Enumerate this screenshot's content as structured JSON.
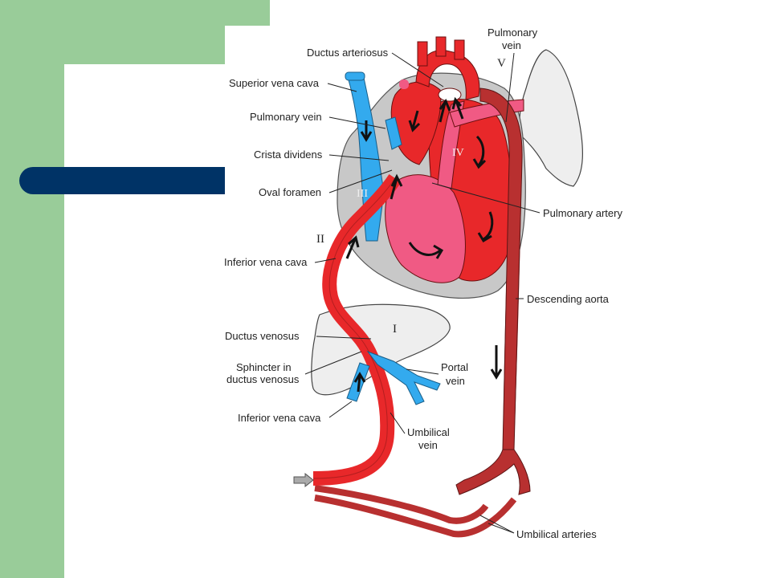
{
  "slide": {
    "colors": {
      "green": "#99cc99",
      "navy": "#003366",
      "white": "#ffffff"
    }
  },
  "diagram": {
    "labels": {
      "ductus_arteriosus": "Ductus arteriosus",
      "pulmonary_vein_top_1": "Pulmonary",
      "pulmonary_vein_top_2": "vein",
      "superior_vena_cava": "Superior vena cava",
      "pulmonary_vein_left": "Pulmonary vein",
      "crista_dividens": "Crista dividens",
      "oval_foramen": "Oval foramen",
      "pulmonary_artery": "Pulmonary artery",
      "inferior_vena_cava_upper": "Inferior vena cava",
      "descending_aorta": "Descending aorta",
      "ductus_venosus": "Ductus venosus",
      "sphincter_1": "Sphincter in",
      "sphincter_2": "ductus venosus",
      "portal_vein_1": "Portal",
      "portal_vein_2": "vein",
      "inferior_vena_cava_lower": "Inferior vena cava",
      "umbilical_vein_1": "Umbilical",
      "umbilical_vein_2": "vein",
      "umbilical_arteries": "Umbilical arteries"
    },
    "numerals": {
      "i": "I",
      "ii": "II",
      "iii": "III",
      "iv": "IV",
      "v": "V"
    },
    "colors": {
      "oxygenated": "#e8282a",
      "deoxygenated": "#33aaee",
      "mixed": "#f05a84",
      "aorta": "#b83030",
      "heart_wall": "#c8c8c8",
      "organ": "#eeeeee"
    }
  }
}
